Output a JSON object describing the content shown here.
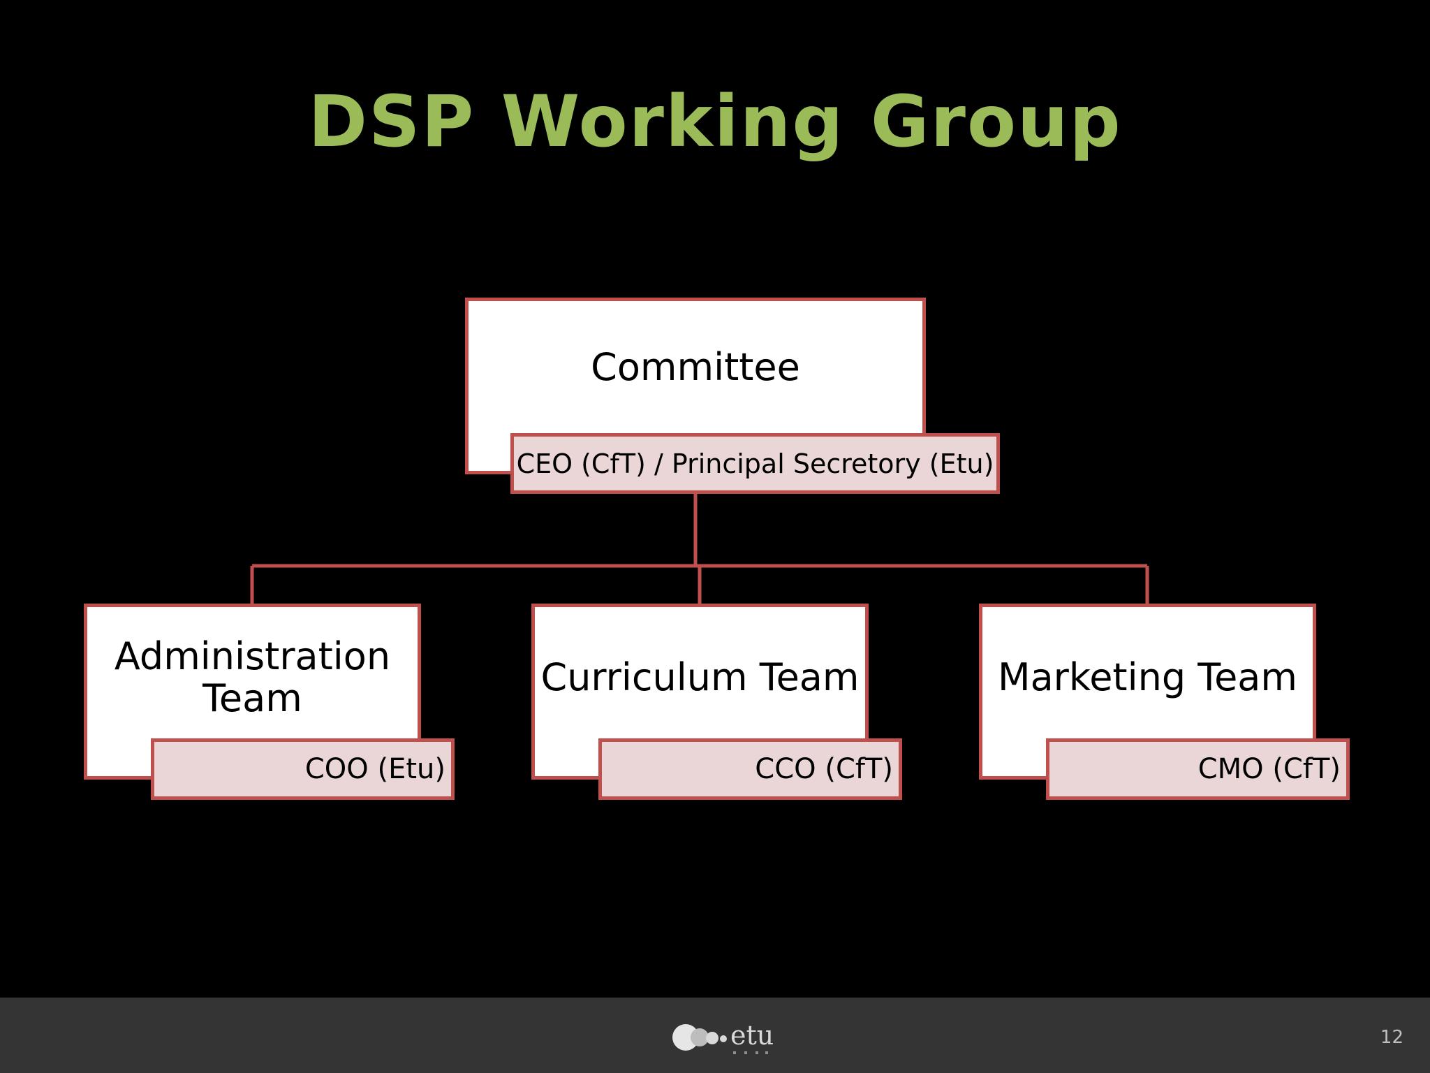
{
  "slide": {
    "title": "DSP Working Group",
    "page_number": "12",
    "title_color": "#9bbb59",
    "accent_color": "#c0504d",
    "role_fill_color": "#ead6d7",
    "footer_color": "#343434"
  },
  "org_chart": {
    "root": {
      "name": "Committee",
      "role": "CEO (CfT) / Principal Secretory (Etu)"
    },
    "teams": [
      {
        "name": "Administration Team",
        "role": "COO (Etu)"
      },
      {
        "name": "Curriculum Team",
        "role": "CCO (CfT)"
      },
      {
        "name": "Marketing Team",
        "role": "CMO (CfT)"
      }
    ]
  },
  "footer": {
    "logo_text": "etu",
    "logo_icon": "etu-logo-icon"
  }
}
